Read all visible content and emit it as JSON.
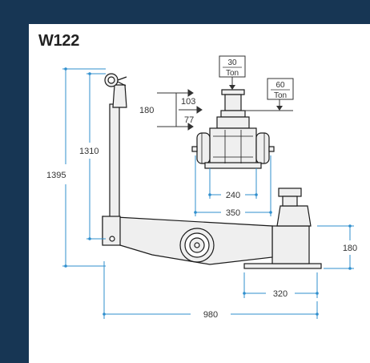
{
  "model": "W122",
  "colors": {
    "frame": "#173654",
    "dimension_line": "#2f8fce",
    "outline": "#1a1a1a",
    "body_fill": "#efefef"
  },
  "dimensions": {
    "total_height": "1395",
    "handle_height": "1310",
    "lift_high": "103",
    "lift_combined": "180",
    "lift_low": "77",
    "inner_width": "240",
    "outer_width": "350",
    "saddle_height": "180",
    "base_width": "320",
    "total_length": "980"
  },
  "load_labels": {
    "first_stage_value": "30",
    "first_stage_unit": "Ton",
    "second_stage_value": "60",
    "second_stage_unit": "Ton"
  }
}
